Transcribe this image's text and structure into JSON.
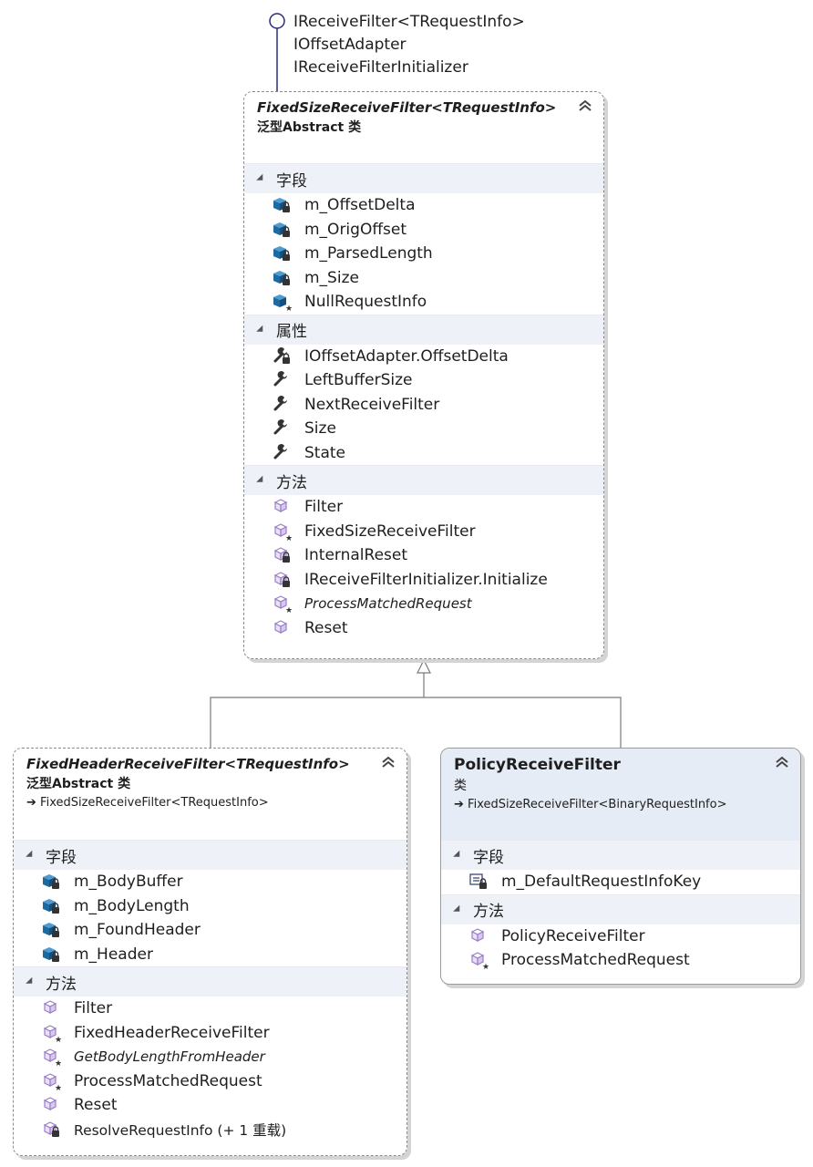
{
  "interfaces": [
    "IReceiveFilter<TRequestInfo>",
    "IOffsetAdapter",
    "IReceiveFilterInitializer"
  ],
  "colors": {
    "field_icon": "#1c6aa0",
    "method_icon": "#9b7ec9",
    "section_bg": "#eef2f8",
    "sealed_header_bg": "#e6ecf5",
    "lollipop": "#2b2b7a"
  },
  "classes": [
    {
      "name": "FixedSizeReceiveFilter<TRequestInfo>",
      "kind": "泛型Abstract 类",
      "collapse_icon": "double-chevron-up-icon",
      "sections": [
        {
          "label": "字段",
          "items": [
            {
              "text": "m_OffsetDelta",
              "icon": "field-private-icon"
            },
            {
              "text": "m_OrigOffset",
              "icon": "field-private-icon"
            },
            {
              "text": "m_ParsedLength",
              "icon": "field-private-icon"
            },
            {
              "text": "m_Size",
              "icon": "field-private-icon"
            },
            {
              "text": "NullRequestInfo",
              "icon": "field-protected-icon"
            }
          ]
        },
        {
          "label": "属性",
          "items": [
            {
              "text": "IOffsetAdapter.OffsetDelta",
              "icon": "property-private-icon"
            },
            {
              "text": "LeftBufferSize",
              "icon": "property-icon"
            },
            {
              "text": "NextReceiveFilter",
              "icon": "property-icon"
            },
            {
              "text": "Size",
              "icon": "property-icon"
            },
            {
              "text": "State",
              "icon": "property-icon"
            }
          ]
        },
        {
          "label": "方法",
          "items": [
            {
              "text": "Filter",
              "icon": "method-icon"
            },
            {
              "text": "FixedSizeReceiveFilter",
              "icon": "method-protected-icon"
            },
            {
              "text": "InternalReset",
              "icon": "method-private-icon"
            },
            {
              "text": "IReceiveFilterInitializer.Initialize",
              "icon": "method-private-icon"
            },
            {
              "text": "ProcessMatchedRequest",
              "icon": "method-protected-icon",
              "italic": true
            },
            {
              "text": "Reset",
              "icon": "method-icon"
            }
          ]
        }
      ]
    },
    {
      "name": "FixedHeaderReceiveFilter<TRequestInfo>",
      "kind": "泛型Abstract 类",
      "base": "FixedSizeReceiveFilter<TRequestInfo>",
      "collapse_icon": "double-chevron-up-icon",
      "sections": [
        {
          "label": "字段",
          "items": [
            {
              "text": "m_BodyBuffer",
              "icon": "field-private-icon"
            },
            {
              "text": "m_BodyLength",
              "icon": "field-private-icon"
            },
            {
              "text": "m_FoundHeader",
              "icon": "field-private-icon"
            },
            {
              "text": "m_Header",
              "icon": "field-private-icon"
            }
          ]
        },
        {
          "label": "方法",
          "items": [
            {
              "text": "Filter",
              "icon": "method-icon"
            },
            {
              "text": "FixedHeaderReceiveFilter",
              "icon": "method-protected-icon"
            },
            {
              "text": "GetBodyLengthFromHeader",
              "icon": "method-protected-icon",
              "italic": true
            },
            {
              "text": "ProcessMatchedRequest",
              "icon": "method-protected-icon"
            },
            {
              "text": "Reset",
              "icon": "method-icon"
            },
            {
              "text": "ResolveRequestInfo (+ 1 重载)",
              "icon": "method-private-icon",
              "small": true
            }
          ]
        }
      ]
    },
    {
      "name": "PolicyReceiveFilter",
      "kind": "类",
      "base": "FixedSizeReceiveFilter<BinaryRequestInfo>",
      "collapse_icon": "double-chevron-up-icon",
      "sections": [
        {
          "label": "字段",
          "items": [
            {
              "text": "m_DefaultRequestInfoKey",
              "icon": "constant-private-icon"
            }
          ]
        },
        {
          "label": "方法",
          "items": [
            {
              "text": "PolicyReceiveFilter",
              "icon": "method-icon"
            },
            {
              "text": "ProcessMatchedRequest",
              "icon": "method-protected-icon"
            }
          ]
        }
      ]
    }
  ]
}
